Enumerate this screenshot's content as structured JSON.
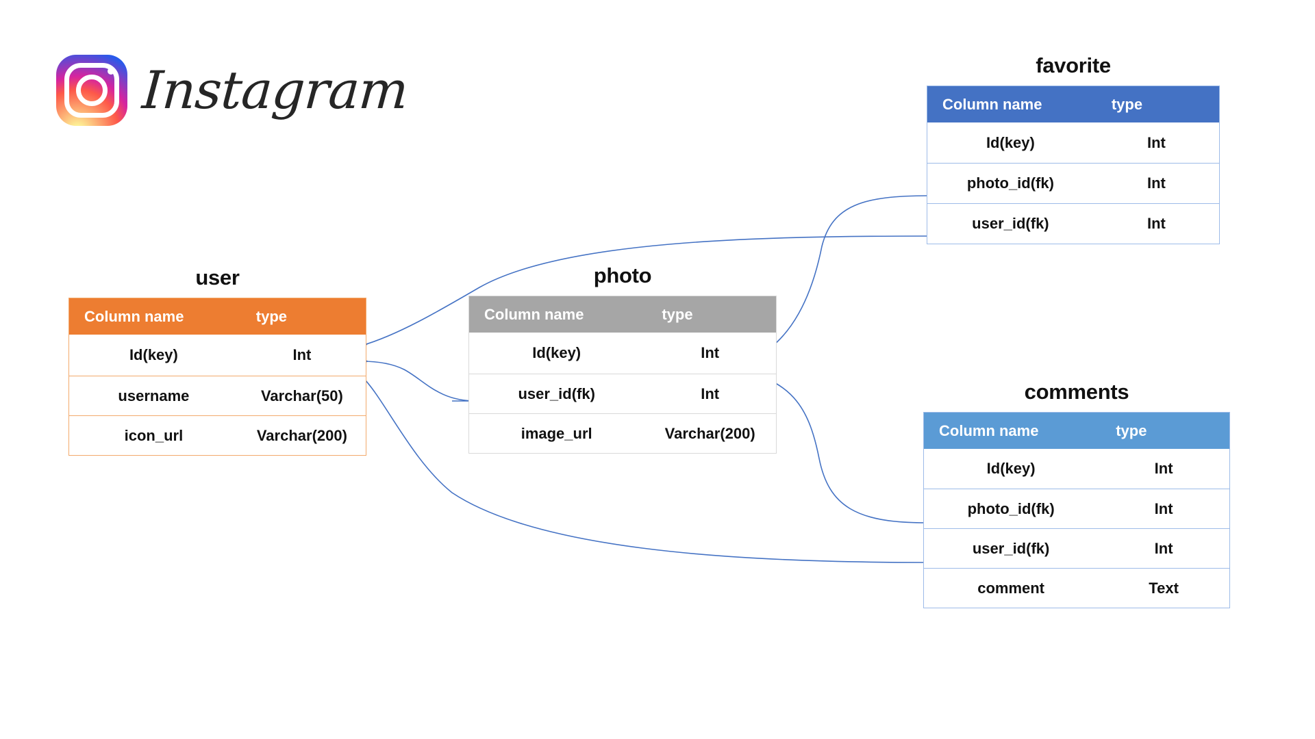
{
  "brand": {
    "name": "Instagram",
    "logo_icon": "instagram-camera-icon",
    "gradient_colors": [
      "#fdf497",
      "#fd5949",
      "#d6249f",
      "#285AEB"
    ],
    "wordmark_color": "#262626"
  },
  "diagram": {
    "type": "entity-relationship-diagram",
    "connector_color": "#4472C4",
    "tables": [
      {
        "id": "user",
        "title": "user",
        "header_color": "#ED7D31",
        "border_color": "#f3a96b",
        "columns": [
          "Column name",
          "type"
        ],
        "rows": [
          {
            "name": "Id(key)",
            "type": "Int"
          },
          {
            "name": "username",
            "type": "Varchar(50)"
          },
          {
            "name": "icon_url",
            "type": "Varchar(200)"
          }
        ]
      },
      {
        "id": "photo",
        "title": "photo",
        "header_color": "#A6A6A6",
        "border_color": "#d9d9d9",
        "columns": [
          "Column name",
          "type"
        ],
        "rows": [
          {
            "name": "Id(key)",
            "type": "Int"
          },
          {
            "name": "user_id(fk)",
            "type": "Int"
          },
          {
            "name": "image_url",
            "type": "Varchar(200)"
          }
        ]
      },
      {
        "id": "favorite",
        "title": "favorite",
        "header_color": "#4472C4",
        "border_color": "#9dbbe8",
        "columns": [
          "Column name",
          "type"
        ],
        "rows": [
          {
            "name": "Id(key)",
            "type": "Int"
          },
          {
            "name": "photo_id(fk)",
            "type": "Int"
          },
          {
            "name": "user_id(fk)",
            "type": "Int"
          }
        ]
      },
      {
        "id": "comments",
        "title": "comments",
        "header_color": "#5B9BD5",
        "border_color": "#9dbbe8",
        "columns": [
          "Column name",
          "type"
        ],
        "rows": [
          {
            "name": "Id(key)",
            "type": "Int"
          },
          {
            "name": "photo_id(fk)",
            "type": "Int"
          },
          {
            "name": "user_id(fk)",
            "type": "Int"
          },
          {
            "name": "comment",
            "type": "Text"
          }
        ]
      }
    ],
    "relationships": [
      {
        "from_table": "photo",
        "from_column": "user_id(fk)",
        "to_table": "user",
        "to_column": "Id(key)"
      },
      {
        "from_table": "favorite",
        "from_column": "user_id(fk)",
        "to_table": "user",
        "to_column": "Id(key)"
      },
      {
        "from_table": "comments",
        "from_column": "user_id(fk)",
        "to_table": "user",
        "to_column": "Id(key)"
      },
      {
        "from_table": "favorite",
        "from_column": "photo_id(fk)",
        "to_table": "photo",
        "to_column": "Id(key)"
      },
      {
        "from_table": "comments",
        "from_column": "photo_id(fk)",
        "to_table": "photo",
        "to_column": "Id(key)"
      }
    ]
  }
}
